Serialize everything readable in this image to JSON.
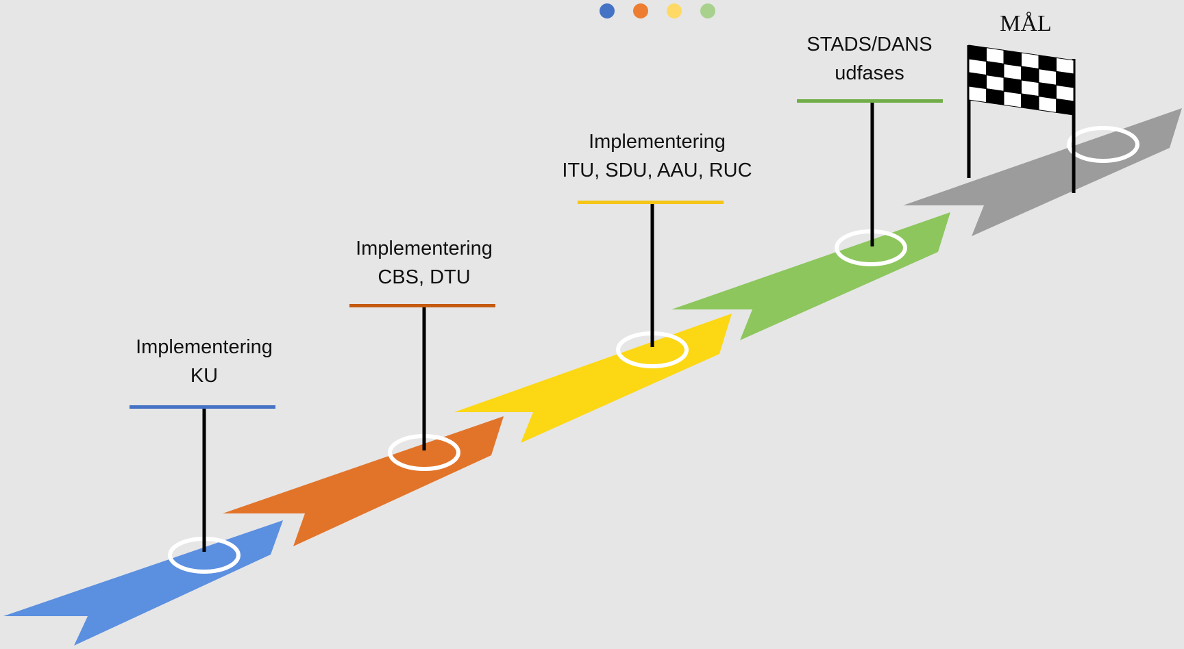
{
  "dots": [
    {
      "name": "dot-blue",
      "color": "#4472c4"
    },
    {
      "name": "dot-orange",
      "color": "#ed7d31"
    },
    {
      "name": "dot-yellow",
      "color": "#ffd966"
    },
    {
      "name": "dot-green",
      "color": "#a9d18e"
    }
  ],
  "steps": [
    {
      "name": "ku",
      "line1": "Implementering",
      "line2": "KU",
      "arrow_color": "#5b8fe0",
      "bar_color": "#4472c4"
    },
    {
      "name": "cbs-dtu",
      "line1": "Implementering",
      "line2": "CBS, DTU",
      "arrow_color": "#e2742a",
      "bar_color": "#c55a11"
    },
    {
      "name": "itu-sdu-aau-ruc",
      "line1": "Implementering",
      "line2": "ITU, SDU, AAU, RUC",
      "arrow_color": "#fcd714",
      "bar_color": "#f5c518"
    },
    {
      "name": "stads-dans",
      "line1": "STADS/DANS",
      "line2": "udfases",
      "arrow_color": "#8cc65c",
      "bar_color": "#70ad47"
    }
  ],
  "goal": {
    "label": "MÅL",
    "arrow_color": "#9c9c9c"
  }
}
